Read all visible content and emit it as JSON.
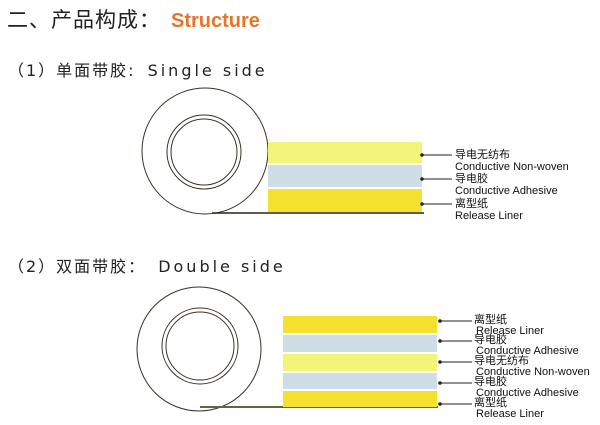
{
  "header": {
    "title_cn": "二、产品构成：",
    "title_en": "Structure",
    "accent_color": "#e8742c"
  },
  "single": {
    "heading_cn": "（1）单面带胶:",
    "heading_en": "Single side",
    "layers": [
      {
        "cn": "导电无纺布",
        "en": "Conductive Non-woven",
        "color": "#f3f57a"
      },
      {
        "cn": "导电胶",
        "en": "Conductive Adhesive",
        "color": "#cfdee5"
      },
      {
        "cn": "离型纸",
        "en": "Release Liner",
        "color": "#f5e12e"
      }
    ]
  },
  "double": {
    "heading_cn": "（2）双面带胶：",
    "heading_en": "Double side",
    "layers": [
      {
        "cn": "离型纸",
        "en": "Release Liner",
        "color": "#f5e12e"
      },
      {
        "cn": "导电胶",
        "en": "Conductive Adhesive",
        "color": "#cfdee5"
      },
      {
        "cn": "导电无纺布",
        "en": "Conductive Non-woven",
        "color": "#f3f57a"
      },
      {
        "cn": "导电胶",
        "en": "Conductive Adhesive",
        "color": "#cfdee5"
      },
      {
        "cn": "离型纸",
        "en": "Release Liner",
        "color": "#f5e12e"
      }
    ]
  }
}
